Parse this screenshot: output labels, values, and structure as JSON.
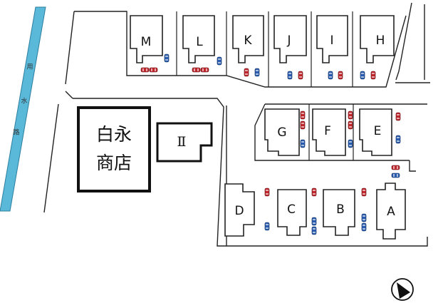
{
  "canal": {
    "label_chars": [
      "用",
      "水",
      "路"
    ]
  },
  "shop": {
    "line1": "白永",
    "line2": "商店"
  },
  "building_ii": {
    "label": "Ⅱ"
  },
  "lots": {
    "M": "M",
    "L": "L",
    "K": "K",
    "J": "J",
    "I": "I",
    "H": "H",
    "G": "G",
    "F": "F",
    "E": "E",
    "D": "D",
    "C": "C",
    "B": "B",
    "A": "A"
  },
  "car_colors": {
    "red": "#c0272d",
    "blue": "#2a5db0"
  },
  "canal_color": "#5ab8d8",
  "north_arrow": {
    "icon": "north-arrow-icon"
  }
}
